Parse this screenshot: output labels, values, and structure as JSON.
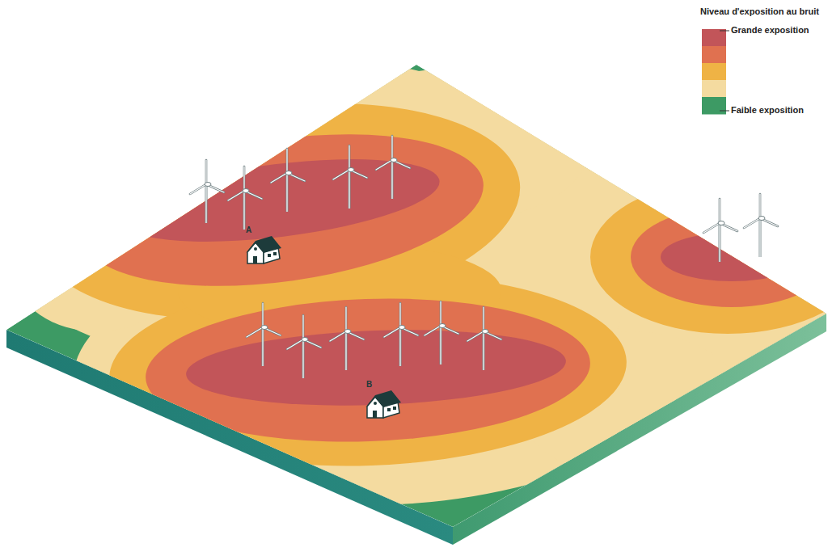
{
  "diagram": {
    "labels": [
      "Niveau d'exposition au bruit",
      "A",
      "B"
    ],
    "legend": [
      {
        "text": "Grande exposition",
        "color": "#c25559"
      },
      {
        "text": "Faible exposition",
        "color": "#3d9a64"
      }
    ]
  }
}
